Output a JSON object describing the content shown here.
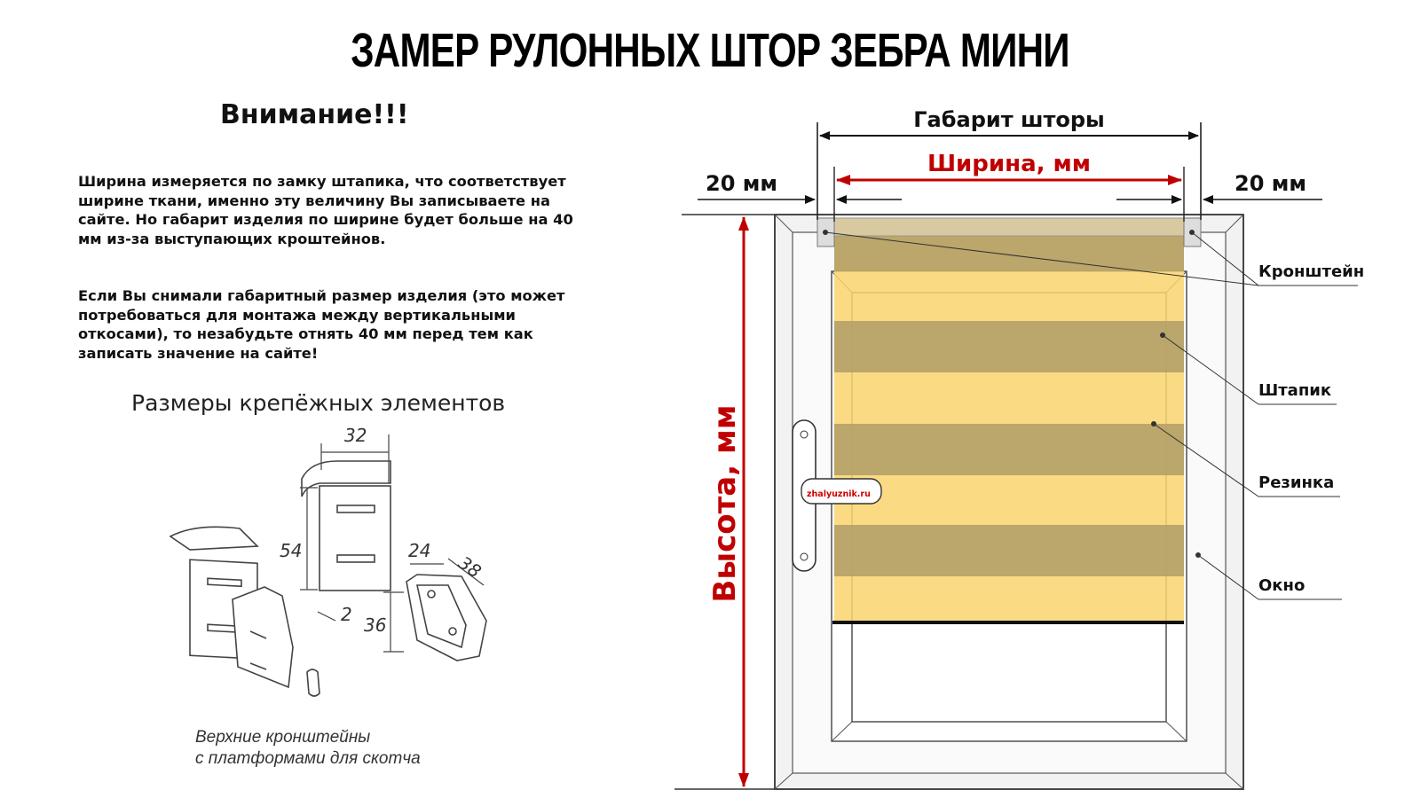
{
  "title": "ЗАМЕР РУЛОННЫХ ШТОР ЗЕБРА МИНИ",
  "attention": "Внимание!!!",
  "paragraph1": "Ширина измеряется по замку штапика, что соответствует ширине ткани, именно эту величину Вы записываете на сайте. Но габарит изделия по ширине будет больше на 40 мм из-за выступающих кроштейнов.",
  "paragraph2": "Если Вы снимали габаритный размер изделия (это может потребоваться для монтажа между вертикальными откосами), то незабудьте отнять 40 мм перед тем как записать значение на сайте!",
  "fasteners_heading": "Размеры крепёжных элементов",
  "fasteners_dims": {
    "d32": "32",
    "d54": "54",
    "d24": "24",
    "d38": "38",
    "d2": "2",
    "d36": "36"
  },
  "fasteners_caption_line1": "Верхние кронштейны",
  "fasteners_caption_line2": "с платформами для скотча",
  "diagram": {
    "overall_label": "Габарит шторы",
    "width_label": "Ширина, мм",
    "left_offset": "20 мм",
    "right_offset": "20 мм",
    "height_label": "Высота, мм",
    "watermark": "zhalyuznik.ru",
    "callouts": [
      "Кронштейн",
      "Штапик",
      "Резинка",
      "Окно"
    ]
  },
  "colors": {
    "red": "#c00000",
    "stripe_light": "#f9d56e",
    "stripe_dark": "#b4a068",
    "frame": "#f2f2f2",
    "frame_line": "#333333"
  }
}
